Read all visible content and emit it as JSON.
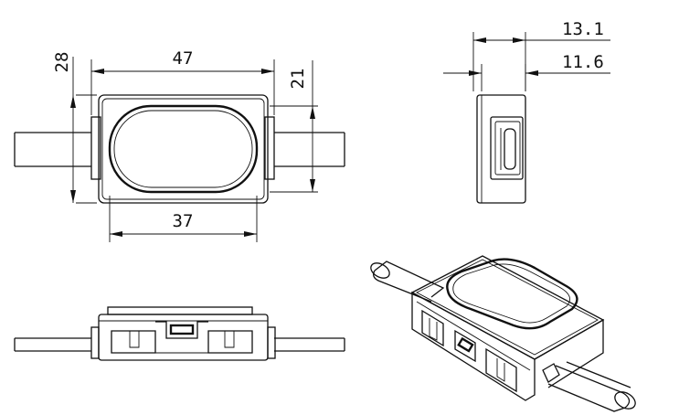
{
  "dimensions": {
    "length": "47",
    "width": "28",
    "inner_length": "37",
    "inner_width": "21",
    "depth_total": "13.1",
    "depth_body": "11.6"
  },
  "colors": {
    "line": "#111111",
    "background": "#ffffff"
  },
  "views": [
    "top-view",
    "side-view",
    "front-view",
    "isometric-view"
  ]
}
